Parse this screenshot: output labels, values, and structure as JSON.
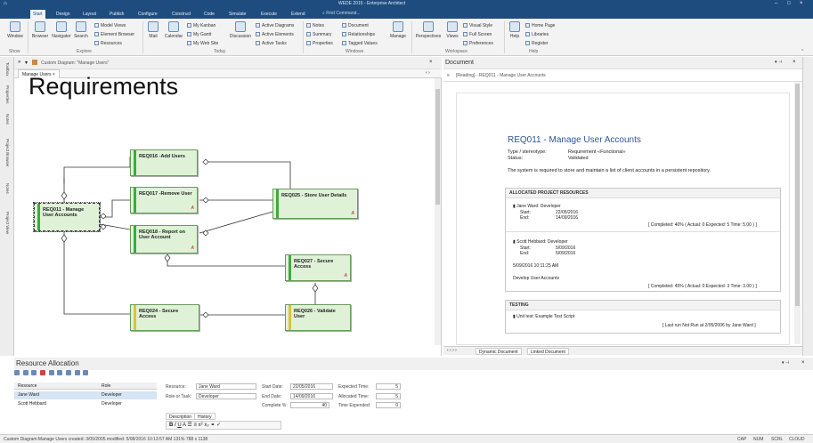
{
  "window": {
    "title": "WEDE 2015 - Enterprise Architect"
  },
  "ribbon": {
    "tabs": [
      "Start",
      "Design",
      "Layout",
      "Publish",
      "Configure",
      "Construct",
      "Code",
      "Simulate",
      "Execute",
      "Extend"
    ],
    "search_placeholder": "Find Command...",
    "show_group": {
      "label": "Show",
      "window": "Window"
    },
    "explore_group": {
      "label": "Explore",
      "browser": "Browser",
      "navigator": "Navigator",
      "search": "Search",
      "model_views": "Model Views",
      "element_browser": "Element Browser",
      "resources": "Resources"
    },
    "today_group": {
      "label": "Today",
      "mail": "Mail",
      "calendar": "Calendar",
      "my_kanban": "My Kanban",
      "my_gantt": "My Gantt",
      "my_web_site": "My Web Site",
      "discussion": "Discussion",
      "active_diagrams": "Active Diagrams",
      "active_elements": "Active Elements",
      "active_tasks": "Active Tasks",
      "notes": "Notes",
      "summary": "Summary",
      "properties": "Properties",
      "document": "Document",
      "relationships": "Relationships",
      "tagged_values": "Tagged Values"
    },
    "windows_group": {
      "label": "Windows",
      "manage": "Manage"
    },
    "workspace_group": {
      "label": "Workspace",
      "perspectives": "Perspectives",
      "views": "Views",
      "visual_style": "Visual Style",
      "full_screen": "Full Screen",
      "preferences": "Preferences"
    },
    "help_group": {
      "label": "Help",
      "help": "Help",
      "home_page": "Home Page",
      "libraries": "Libraries",
      "register": "Register"
    }
  },
  "leftstrip": {
    "items": [
      "Toolbox",
      "Properties",
      "Notes",
      "Project Browser",
      "Notes",
      "Project View"
    ]
  },
  "diagram": {
    "header": "Custom Diagram: \"Manage Users\"",
    "tab": "Manage Users",
    "title": "Requirements",
    "elements": {
      "req011": "REQ011 - Manage User Accounts",
      "req016": "REQ016 -Add Users",
      "req017": "REQ017 -Remove User",
      "req018": "REQ018 - Report on User Account",
      "req025": "REQ025 - Store User Details",
      "req027": "REQ027 - Secure Access",
      "req024": "REQ024 - Secure Access",
      "req026": "REQ026 - Validate User"
    }
  },
  "document": {
    "header": "Document",
    "subtitle": "[Reading] - REQ011 - Manage User Accounts",
    "title": "REQ011 - Manage User Accounts",
    "type_label": "Type / stereotype:",
    "type_value": "Requirement «Functional»",
    "status_label": "Status:",
    "status_value": "Validated",
    "description": "The system is required to store and maintain a list of client accounts in a persistent repository.",
    "allocated": {
      "heading": "ALLOCATED PROJECT RESOURCES",
      "r1": {
        "name": "Jane Ward: Developer",
        "start": "22/05/2016",
        "end": "14/09/2016",
        "summary": "[ Completed: 40% ( Actual: 0 Expected: 5 Time: 5.00 ) ]"
      },
      "r2": {
        "name": "Scott Hebbard: Developer",
        "start": "5/09/2016",
        "end": "5/09/2016",
        "date": "5/09/2016 10:11:25 AM",
        "note": "Develop User Accounts",
        "summary": "[ Completed: 45% ( Actual: 0 Expected: 3 Time: 3.00 ) ]"
      },
      "start_label": "Start:",
      "end_label": "End:"
    },
    "testing": {
      "heading": "TESTING",
      "item": "Unit test:  Example Test Script",
      "summary": "[ Last run Not Run at 2/05/2006 by Jane Ward ]"
    },
    "bottom_tabs": [
      "Dynamic Document",
      "Linked Document"
    ]
  },
  "resource": {
    "title": "Resource Allocation",
    "columns": [
      "Resource",
      "Role"
    ],
    "rows": [
      {
        "name": "Jane Ward",
        "role": "Developer"
      },
      {
        "name": "Scott Hebbard",
        "role": "Developer"
      }
    ],
    "form": {
      "resource_label": "Resource:",
      "resource_value": "Jane Ward",
      "role_label": "Role or Task:",
      "role_value": "Developer",
      "start_label": "Start Date:",
      "start_value": "22/05/2016",
      "end_label": "End Date:",
      "end_value": "14/09/2016",
      "complete_label": "Complete %:",
      "complete_value": "40",
      "expected_label": "Expected Time:",
      "expected_value": "5",
      "allocated_label": "Allocated Time:",
      "allocated_value": "5",
      "expended_label": "Time Expended:",
      "expended_value": "0"
    },
    "tabs": [
      "Description",
      "History"
    ]
  },
  "status": {
    "text": "Custom Diagram:Manage Users   created: 3/05/2005  modified: 5/08/2016 10:13:57 AM   131%   788 x 1138",
    "right": [
      "CAP",
      "NUM",
      "SCRL",
      "CLOUD"
    ]
  }
}
